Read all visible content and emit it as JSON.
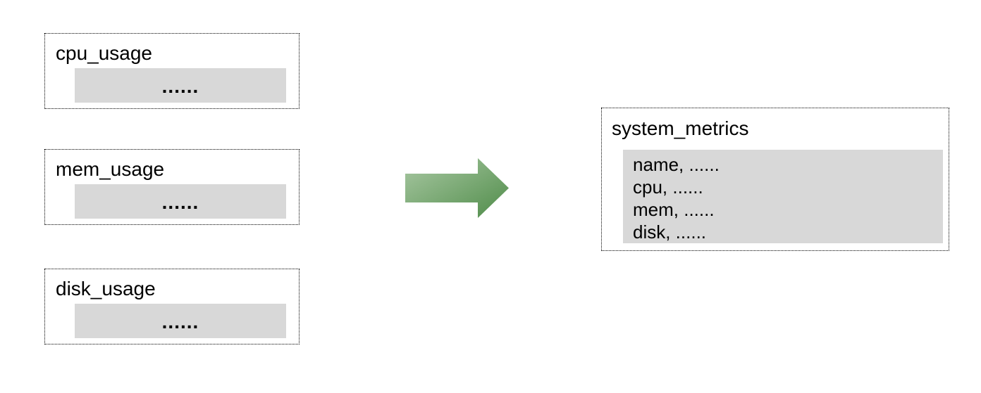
{
  "diagram": {
    "source_tables": [
      {
        "name": "cpu_usage",
        "body_placeholder": "......"
      },
      {
        "name": "mem_usage",
        "body_placeholder": "......"
      },
      {
        "name": "disk_usage",
        "body_placeholder": "......"
      }
    ],
    "arrow": {
      "direction": "right",
      "gradient_from": "#a9c8a3",
      "gradient_to": "#4f8c49"
    },
    "target_table": {
      "name": "system_metrics",
      "fields": [
        "name, ......",
        "cpu, ......",
        "mem, ......",
        "disk, ......"
      ]
    },
    "colors": {
      "placeholder_fill": "#d8d8d8",
      "border": "#000000",
      "background": "#ffffff"
    }
  }
}
